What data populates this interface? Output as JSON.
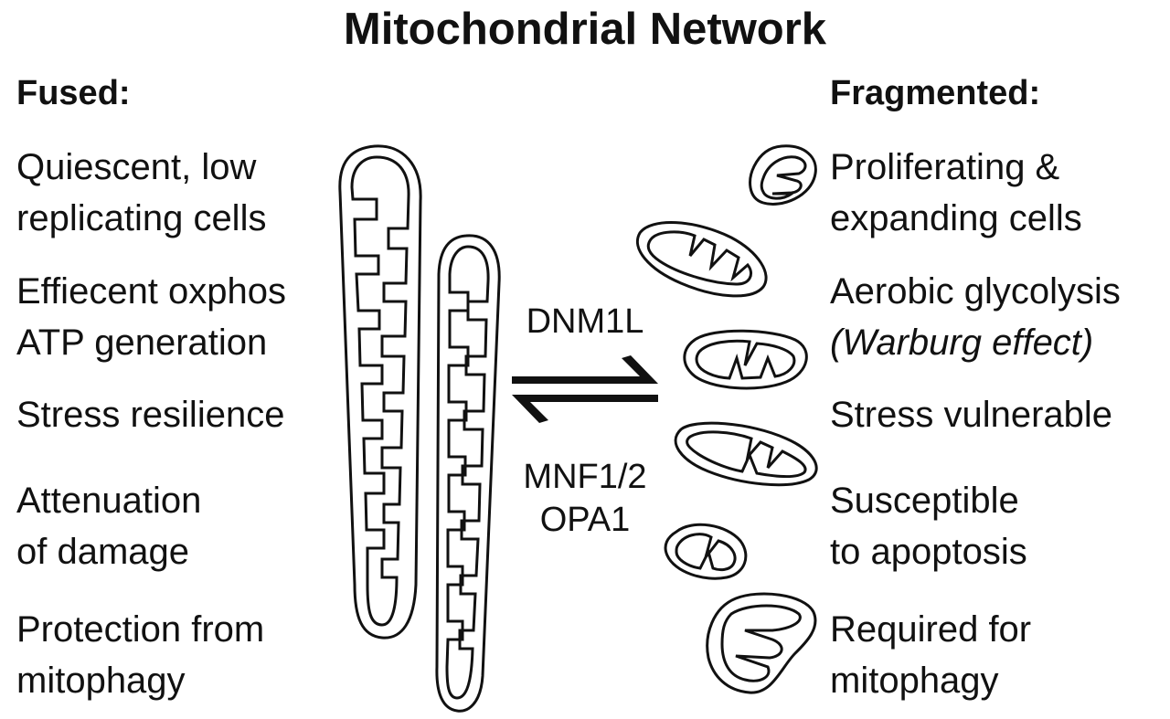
{
  "title": "Mitochondrial Network",
  "fused": {
    "heading": "Fused:",
    "items": [
      {
        "lines": [
          "Quiescent, low",
          "replicating cells"
        ]
      },
      {
        "lines": [
          "Effiecent oxphos",
          "ATP generation"
        ]
      },
      {
        "lines": [
          "Stress resilience"
        ]
      },
      {
        "lines": [
          "Attenuation",
          "of damage"
        ]
      },
      {
        "lines": [
          "Protection from",
          "mitophagy"
        ]
      }
    ]
  },
  "fragmented": {
    "heading": "Fragmented:",
    "items": [
      {
        "lines": [
          "Proliferating &",
          "expanding cells"
        ]
      },
      {
        "lines": [
          "Aerobic glycolysis",
          "(Warburg effect)"
        ]
      },
      {
        "lines": [
          "Stress vulnerable"
        ]
      },
      {
        "lines": [
          "Susceptible",
          "to apoptosis"
        ]
      },
      {
        "lines": [
          "Required for",
          "mitophagy"
        ]
      }
    ]
  },
  "fission_label": "DNM1L",
  "fusion_labels": [
    "MNF1/2",
    "OPA1"
  ]
}
